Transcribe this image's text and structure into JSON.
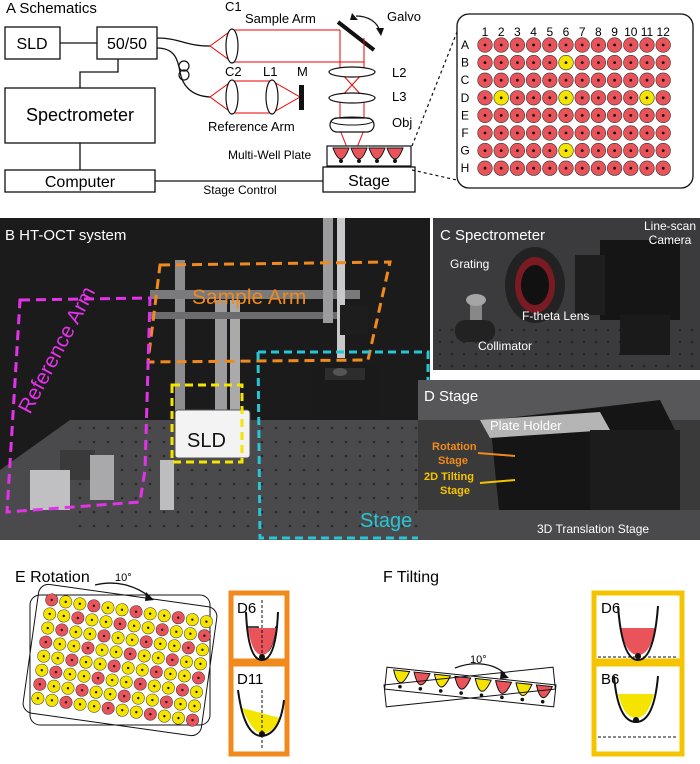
{
  "panelA": {
    "title": "A  Schematics",
    "sld": "SLD",
    "splitter": "50/50",
    "spectrometer": "Spectrometer",
    "computer": "Computer",
    "stage": "Stage",
    "stage_control": "Stage Control",
    "sample_arm": "Sample Arm",
    "reference_arm": "Reference Arm",
    "galvo": "Galvo",
    "c1": "C1",
    "c2": "C2",
    "l1": "L1",
    "m": "M",
    "l2": "L2",
    "l3": "L3",
    "obj": "Obj",
    "multiwell": "Multi-Well Plate"
  },
  "plate": {
    "cols": [
      "1",
      "2",
      "3",
      "4",
      "5",
      "6",
      "7",
      "8",
      "9",
      "10",
      "11",
      "12"
    ],
    "rows": [
      "A",
      "B",
      "C",
      "D",
      "E",
      "F",
      "G",
      "H"
    ],
    "highlighted_wells": [
      "B6",
      "D2",
      "D6",
      "D11",
      "G6"
    ],
    "colors": {
      "well": "#e8545a",
      "highlight": "#f5e400",
      "dot": "#111111"
    }
  },
  "panelB": {
    "title": "B  HT-OCT system",
    "sample_arm": "Sample Arm",
    "reference_arm": "Reference Arm",
    "sld": "SLD",
    "stage": "Stage",
    "colors": {
      "sample": "#f08a1c",
      "reference": "#e233e8",
      "sld": "#f5e400",
      "stage": "#27c6d6"
    }
  },
  "panelC": {
    "title": "C  Spectrometer",
    "grating": "Grating",
    "camera": "Line-scan\nCamera",
    "ftheta": "F-theta Lens",
    "collimator": "Collimator"
  },
  "panelD": {
    "title": "D  Stage",
    "plate_holder": "Plate Holder",
    "rotation": "Rotation\nStage",
    "tilting": "2D Tilting\nStage",
    "translation": "3D Translation Stage",
    "colors": {
      "rotation": "#f08a1c",
      "tilting": "#f5c400"
    }
  },
  "panelE": {
    "title": "E  Rotation",
    "angle": "10°",
    "d6": "D6",
    "d11": "D11",
    "frame_color": "#f08a1c"
  },
  "panelF": {
    "title": "F  Tilting",
    "angle": "10°",
    "d6": "D6",
    "b6": "B6",
    "frame_color": "#f5c400"
  }
}
